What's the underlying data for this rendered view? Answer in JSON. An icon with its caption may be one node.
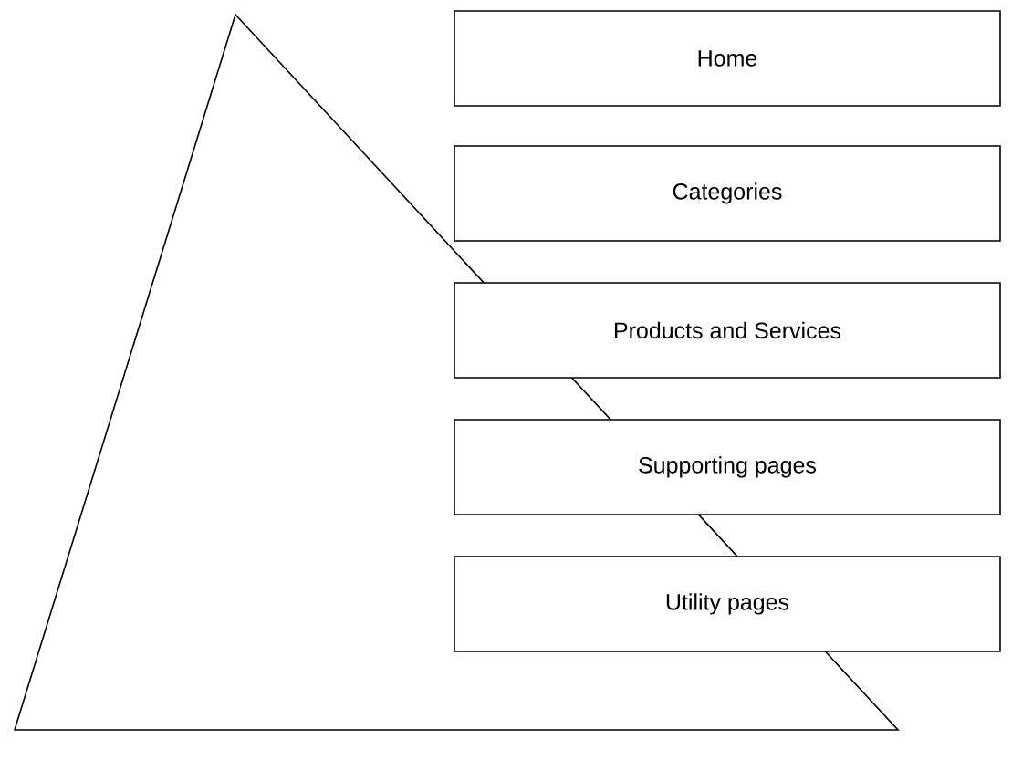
{
  "diagram": {
    "nodes": [
      {
        "text": [
          "Home"
        ]
      },
      {
        "text": [
          "Categories"
        ]
      },
      {
        "text": [
          "Products and Services"
        ]
      },
      {
        "text": [
          "Supporting pages"
        ]
      },
      {
        "text": [
          "Utility pages"
        ]
      }
    ]
  }
}
